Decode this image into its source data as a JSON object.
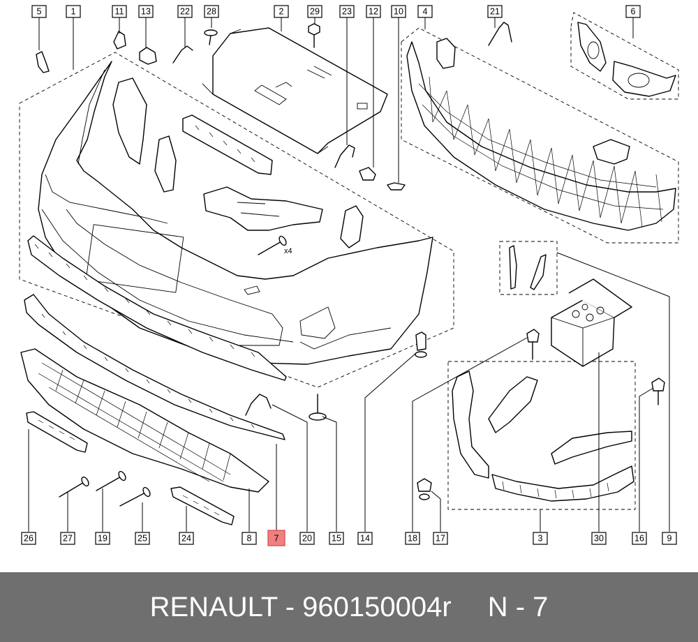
{
  "callouts": [
    {
      "id": "5"
    },
    {
      "id": "1"
    },
    {
      "id": "11"
    },
    {
      "id": "13"
    },
    {
      "id": "22"
    },
    {
      "id": "28"
    },
    {
      "id": "2"
    },
    {
      "id": "29"
    },
    {
      "id": "23"
    },
    {
      "id": "12"
    },
    {
      "id": "10"
    },
    {
      "id": "4"
    },
    {
      "id": "21"
    },
    {
      "id": "6"
    },
    {
      "id": "26"
    },
    {
      "id": "27"
    },
    {
      "id": "19"
    },
    {
      "id": "25"
    },
    {
      "id": "24"
    },
    {
      "id": "8"
    },
    {
      "id": "7",
      "highlighted": true
    },
    {
      "id": "20"
    },
    {
      "id": "15"
    },
    {
      "id": "14"
    },
    {
      "id": "18"
    },
    {
      "id": "17"
    },
    {
      "id": "3"
    },
    {
      "id": "30"
    },
    {
      "id": "16"
    },
    {
      "id": "9"
    }
  ],
  "annotation_qty": "x4",
  "footer": {
    "brand_part": "RENAULT - 960150004r",
    "position": "N - 7"
  },
  "colors": {
    "footer_bg": "#6f6f6f",
    "highlight": "#f08080"
  }
}
